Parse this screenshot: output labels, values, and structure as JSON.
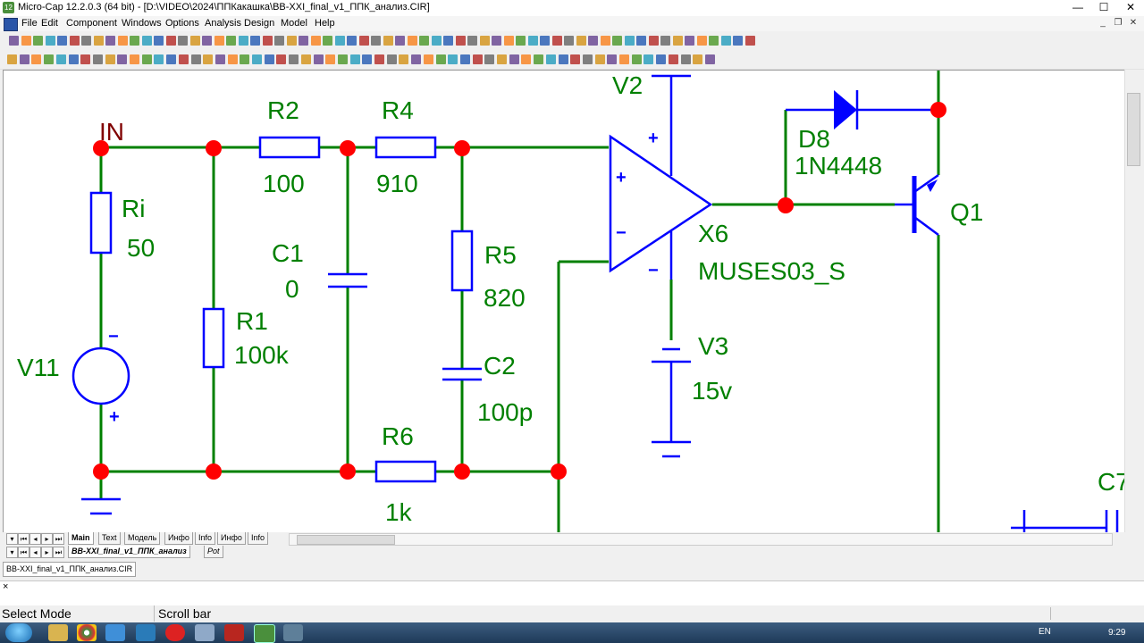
{
  "window": {
    "title": "Micro-Cap 12.2.0.3 (64 bit) - [D:\\VIDEO\\2024\\ППКакашка\\ВВ-XXI_final_v1_ППК_анализ.CIR]",
    "app_icon_text": "12",
    "minimize": "—",
    "maximize": "☐",
    "close": "✕"
  },
  "menu": {
    "items": [
      "File",
      "Edit",
      "Component",
      "Windows",
      "Options",
      "Analysis",
      "Design",
      "Model",
      "Help"
    ],
    "mdi_minimize": "_",
    "mdi_restore": "❐",
    "mdi_close": "✕"
  },
  "schematic": {
    "labels": {
      "in": "IN",
      "r2_name": "R2",
      "r2_value": "100",
      "r4_name": "R4",
      "r4_value": "910",
      "ri_name": "Ri",
      "ri_value": "50",
      "r1_name": "R1",
      "r1_value": "100k",
      "c1_name": "C1",
      "c1_value": "0",
      "r5_name": "R5",
      "r5_value": "820",
      "c2_name": "C2",
      "c2_value": "100p",
      "r6_name": "R6",
      "r6_value": "1k",
      "v11_name": "V11",
      "v2_name": "V2",
      "v3_name": "V3",
      "v3_value": "15v",
      "x6_name": "X6",
      "x6_model": "MUSES03_S",
      "d8_name": "D8",
      "d8_model": "1N4448",
      "q1_name": "Q1",
      "c7_name": "C7",
      "plus": "+",
      "minus": "−"
    },
    "colors": {
      "wire": "#008000",
      "component": "#0000ff",
      "label": "#008000",
      "node": "#ff0000",
      "in_label": "#800000"
    }
  },
  "tabs": {
    "page_tabs": [
      "Main",
      "Text",
      "Модель",
      "Инфо",
      "Info",
      "Инфо",
      "Info"
    ],
    "active_page": "Main",
    "file_tabs": [
      "ВВ-XXI_final_v1_ППК_анализ",
      "Pot"
    ]
  },
  "file_tab": "ВВ-XXI_final_v1_ППК_анализ.CIR",
  "command_line": {
    "close": "×"
  },
  "status": {
    "mode": "Select Mode",
    "hint": "Scroll bar"
  },
  "taskbar": {
    "lang": "EN",
    "time": "9:29"
  }
}
